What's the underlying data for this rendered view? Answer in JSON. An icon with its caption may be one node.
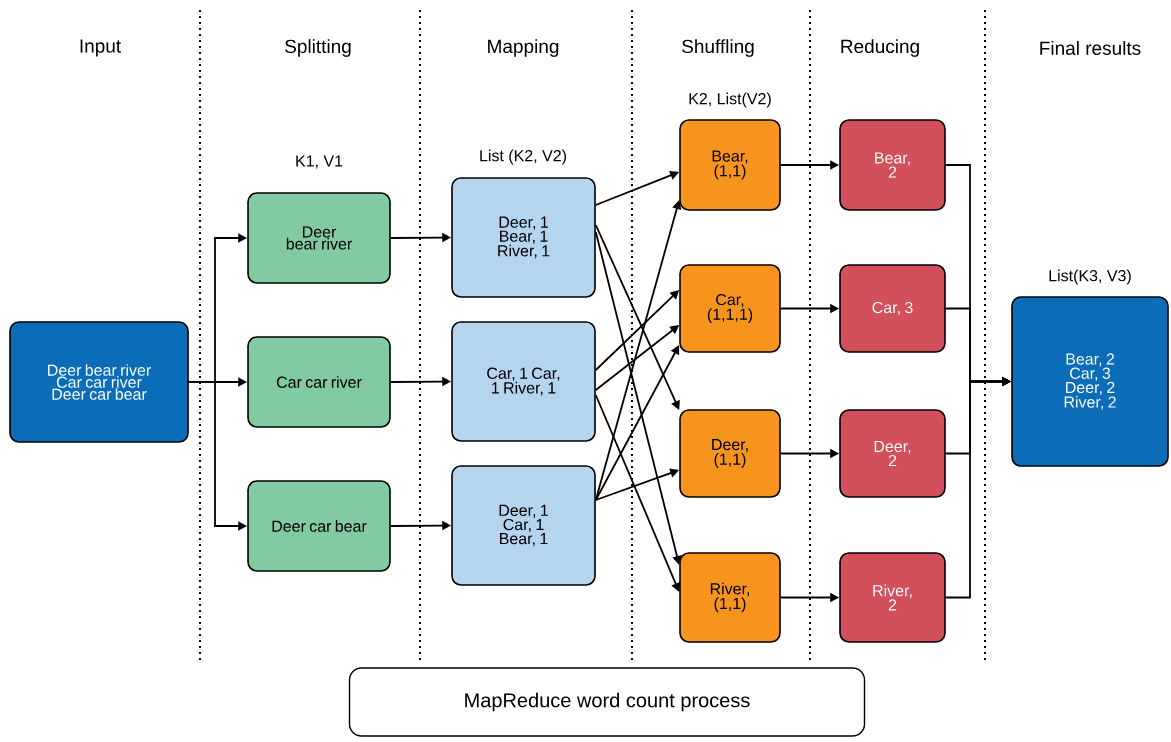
{
  "diagram": {
    "title": "MapReduce word count process",
    "nodes": [
      {
        "text": [
          "Deer bear river Car car river Deer car bear"
        ]
      },
      {
        "text": [
          "Deer bear river"
        ]
      },
      {
        "text": [
          "Car car river"
        ]
      },
      {
        "text": [
          "Deer car bear"
        ]
      },
      {
        "text": [
          "Deer, 1 Bear, 1 River, 1"
        ]
      },
      {
        "text": [
          "Car, 1 Car, 1 River, 1"
        ]
      },
      {
        "text": [
          "Deer, 1 Car, 1 Bear, 1"
        ]
      },
      {
        "text": [
          "Bear, (1,1)"
        ]
      },
      {
        "text": [
          "Car, (1,1,1)"
        ]
      },
      {
        "text": [
          "Deer, (1,1)"
        ]
      },
      {
        "text": [
          "River, (1,1)"
        ]
      },
      {
        "text": [
          "Bear, 2"
        ]
      },
      {
        "text": [
          "Car, 3"
        ]
      },
      {
        "text": [
          "Deer, 2"
        ]
      },
      {
        "text": [
          "River, 2"
        ]
      },
      {
        "text": [
          "Bear, 2 Car, 3 Deer, 2 River, 2"
        ]
      }
    ],
    "edges": [
      {
        "from": 0,
        "to": 1,
        "arrow": "to"
      },
      {
        "from": 0,
        "to": 2,
        "arrow": "to"
      },
      {
        "from": 0,
        "to": 3,
        "arrow": "to"
      },
      {
        "from": 1,
        "to": 4,
        "arrow": "to"
      },
      {
        "from": 2,
        "to": 5,
        "arrow": "to"
      },
      {
        "from": 3,
        "to": 6,
        "arrow": "to"
      },
      {
        "from": 4,
        "to": 7,
        "arrow": "to"
      },
      {
        "from": 4,
        "to": 9,
        "arrow": "to"
      },
      {
        "from": 4,
        "to": 10,
        "arrow": "to"
      },
      {
        "from": 5,
        "to": 8,
        "arrow": "to"
      },
      {
        "from": 5,
        "to": 8,
        "arrow": "to"
      },
      {
        "from": 5,
        "to": 10,
        "arrow": "to"
      },
      {
        "from": 6,
        "to": 7,
        "arrow": "to"
      },
      {
        "from": 6,
        "to": 8,
        "arrow": "to"
      },
      {
        "from": 6,
        "to": 9,
        "arrow": "to"
      },
      {
        "from": 7,
        "to": 11,
        "arrow": "to"
      },
      {
        "from": 8,
        "to": 12,
        "arrow": "to"
      },
      {
        "from": 9,
        "to": 13,
        "arrow": "to"
      },
      {
        "from": 10,
        "to": 14,
        "arrow": "to"
      },
      {
        "from": 11,
        "to": 15,
        "arrow": "to"
      },
      {
        "from": 12,
        "to": 15,
        "arrow": "to"
      },
      {
        "from": 13,
        "to": 15,
        "arrow": "to"
      },
      {
        "from": 14,
        "to": 15,
        "arrow": "to"
      }
    ],
    "labels": [
      "Input",
      "Splitting",
      "Mapping",
      "Shuffling",
      "Reducing",
      "Final results",
      "K2, List(V2)",
      "K1, V1",
      "List (K2, V2)",
      "List(K3, V3)"
    ]
  }
}
